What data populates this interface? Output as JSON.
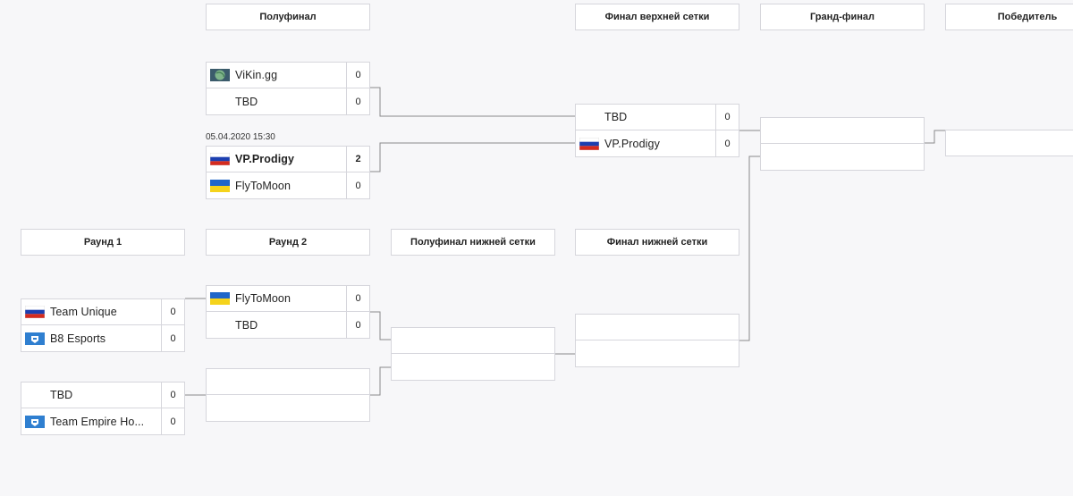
{
  "headers": {
    "semifinal": "Полуфинал",
    "upper_final": "Финал верхней сетки",
    "grand_final": "Гранд-финал",
    "winner": "Победитель",
    "round1": "Раунд 1",
    "round2": "Раунд 2",
    "lower_semifinal": "Полуфинал нижней сетки",
    "lower_final": "Финал нижней сетки"
  },
  "upper": {
    "sf1": {
      "team1": {
        "name": "ViKin.gg",
        "score": "0",
        "flag": "globe"
      },
      "team2": {
        "name": "TBD",
        "score": "0"
      }
    },
    "sf2": {
      "date": "05.04.2020 15:30",
      "team1": {
        "name": "VP.Prodigy",
        "score": "2",
        "flag": "russia"
      },
      "team2": {
        "name": "FlyToMoon",
        "score": "0",
        "flag": "ukraine"
      }
    },
    "final": {
      "team1": {
        "name": "TBD",
        "score": "0"
      },
      "team2": {
        "name": "VP.Prodigy",
        "score": "0",
        "flag": "russia"
      }
    }
  },
  "lower": {
    "r1m1": {
      "team1": {
        "name": "Team Unique",
        "score": "0",
        "flag": "russia"
      },
      "team2": {
        "name": "B8 Esports",
        "score": "0",
        "flag": "cis"
      }
    },
    "r1m2": {
      "team1": {
        "name": "TBD",
        "score": "0"
      },
      "team2": {
        "name": "Team Empire Ho...",
        "score": "0",
        "flag": "cis"
      }
    },
    "r2m1": {
      "team1": {
        "name": "FlyToMoon",
        "score": "0",
        "flag": "ukraine"
      },
      "team2": {
        "name": "TBD",
        "score": "0"
      }
    }
  },
  "colors": {
    "line": "#8a8a8a",
    "border": "#d6d6dc",
    "background": "#f7f7f9"
  }
}
